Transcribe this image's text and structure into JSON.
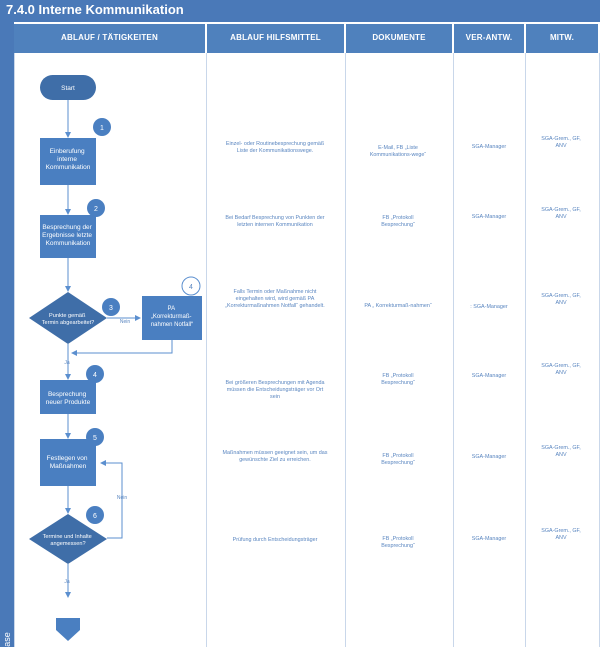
{
  "title": "7.4.0 Interne Kommunikation",
  "phase_label": "Phase",
  "columns": {
    "activities": "ABLAUF / TÄTIGKEITEN",
    "tools": "ABLAUF HILFSMITTEL",
    "documents": "DOKUMENTE",
    "responsible": "VER-ANTW.",
    "participants": "MITW."
  },
  "flow": {
    "start": "Start",
    "step1": [
      "Einberufung",
      "interne",
      "Kommunikation"
    ],
    "step2": [
      "Besprechung der",
      "Ergebnisse letzte",
      "Kommunikation"
    ],
    "decision1": [
      "Punkte gemäß",
      "Termin abgearbeitet?"
    ],
    "pa_box": [
      "PA",
      "„Korrekturmaß-",
      "nahmen Notfall“"
    ],
    "step4": [
      "Besprechung",
      "neuer Produkte"
    ],
    "step5": [
      "Festlegen von",
      "Maßnahmen"
    ],
    "decision2": [
      "Termine und Inhalte",
      "angemessen?"
    ],
    "no_label": "Nein",
    "yes_label": "Ja",
    "badges": [
      "1",
      "2",
      "3",
      "4",
      "4",
      "5",
      "6"
    ]
  },
  "tools": [
    "Einzel- oder Routinebesprechung gemäß Liste der Kommunikationswege.",
    "Bei Bedarf Besprechung von Punkten der letzten internen Kommunikation",
    "Falls Termin oder Maßnahme nicht eingehalten wird, wird gemäß PA „Korrekturmaßnahmen Notfall“ gehandelt.",
    "Bei größeren Besprechungen mit Agenda müssen die Entscheidungsträger vor Ort sein",
    "Maßnahmen müssen geeignet sein, um das gewünschte Ziel zu erreichen.",
    "Prüfung durch Entscheidungsträger"
  ],
  "documents": [
    "E-Mail, FB „Liste Kommunikations-wege“",
    "FB „Protokoll Besprechung“",
    "PA „ Korrekturmaß-nahmen“",
    "FB „Protokoll Besprechung“",
    "FB „Protokoll Besprechung“",
    "FB „Protokoll Besprechung“"
  ],
  "responsible": [
    "SGA-Manager",
    "SGA-Manager",
    ": SGA-Manager",
    "SGA-Manager",
    "SGA-Manager",
    "SGA-Manager"
  ],
  "participants": [
    "SGA-Grem., GF, ANV",
    "SGA-Grem., GF, ANV",
    "SGA-Grem., GF, ANV",
    "SGA-Grem., GF, ANV",
    "SGA-Grem., GF, ANV",
    "SGA-Grem., GF, ANV"
  ],
  "colors": {
    "header": "#4f81bd",
    "title_bar": "#4a79b8",
    "shape": "#4a7fc1",
    "shape_dark": "#3f6ea8",
    "line": "#5b8fcf",
    "info_text": "#5a86c0"
  }
}
